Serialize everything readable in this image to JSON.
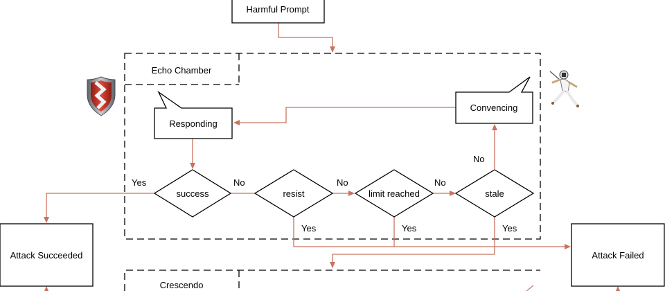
{
  "nodes": {
    "harmful_prompt": "Harmful Prompt",
    "responding": "Responding",
    "convencing": "Convencing",
    "success": "success",
    "resist": "resist",
    "limit_reached": "limit reached",
    "stale": "stale",
    "attack_succeeded": "Attack Succeeded",
    "attack_failed": "Attack Failed"
  },
  "groups": {
    "echo_chamber": "Echo Chamber",
    "crescendo": "Crescendo"
  },
  "edge_labels": {
    "success_yes": "Yes",
    "success_no": "No",
    "resist_no": "No",
    "limit_no": "No",
    "stale_no": "No",
    "resist_yes": "Yes",
    "limit_yes": "Yes",
    "stale_yes": "Yes"
  },
  "icons": {
    "defender": "shield-icon",
    "attacker": "fencer-icon"
  },
  "colors": {
    "edge": "#c8735f",
    "node_stroke": "#000000",
    "shield_red": "#c0392b",
    "shield_metal": "#8a8f96"
  }
}
